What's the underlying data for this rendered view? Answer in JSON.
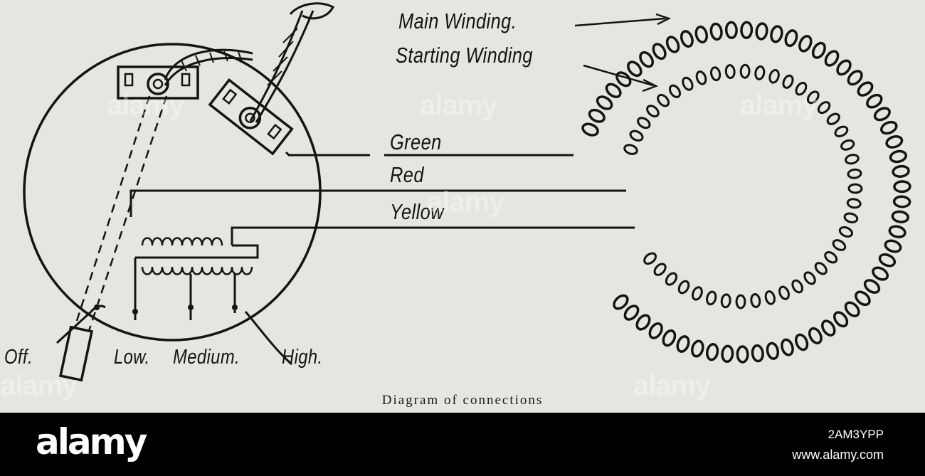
{
  "labels": {
    "main_winding": "Main Winding.",
    "starting_winding": "Starting Winding",
    "green": "Green",
    "red": "Red",
    "yellow": "Yellow",
    "off": "Off.",
    "low": "Low.",
    "medium": "Medium.",
    "high": "High."
  },
  "caption": "Diagram of connections",
  "watermark": "alamy",
  "footer": {
    "logo": "alamy",
    "image_id": "2AM3YPP",
    "site": "www.alamy.com"
  },
  "colors": {
    "paper": "#e4e6df",
    "ink": "#141414",
    "footer_bg": "#000000",
    "footer_text": "#ffffff"
  }
}
